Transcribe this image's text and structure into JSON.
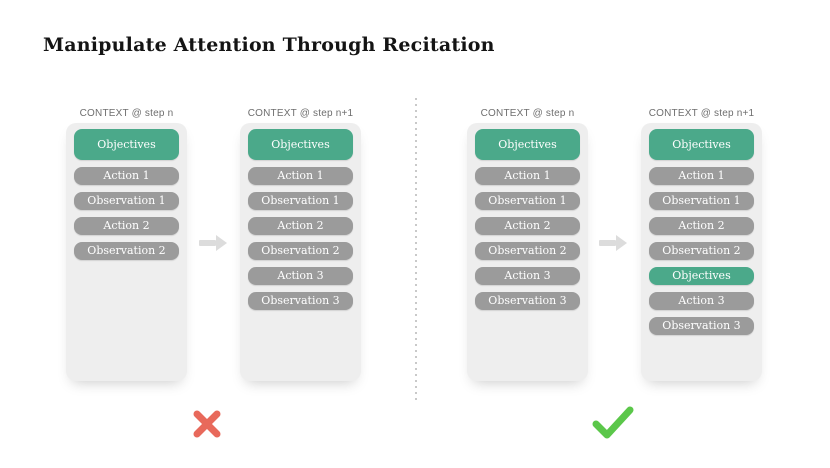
{
  "title": "Manipulate Attention Through Recitation",
  "colors": {
    "objective_green": "#4BA98A",
    "step_gray": "#9B9B9B",
    "container_gray": "#EEEEEE",
    "cross_red": "#E8695B",
    "check_green": "#5BC74A",
    "arrow_gray": "#DCDCDC"
  },
  "icons": {
    "between_columns": "right-arrow-icon",
    "left_verdict": "cross-icon",
    "right_verdict": "check-icon"
  },
  "panels": [
    {
      "id": "without-recitation",
      "verdict": "wrong",
      "columns": [
        {
          "header": "CONTEXT @ step n",
          "items": [
            {
              "label": "Objectives",
              "type": "objective",
              "tall": true
            },
            {
              "label": "Action 1",
              "type": "step"
            },
            {
              "label": "Observation 1",
              "type": "step"
            },
            {
              "label": "Action 2",
              "type": "step"
            },
            {
              "label": "Observation 2",
              "type": "step"
            }
          ]
        },
        {
          "header": "CONTEXT @ step n+1",
          "items": [
            {
              "label": "Objectives",
              "type": "objective",
              "tall": true
            },
            {
              "label": "Action 1",
              "type": "step"
            },
            {
              "label": "Observation 1",
              "type": "step"
            },
            {
              "label": "Action 2",
              "type": "step"
            },
            {
              "label": "Observation 2",
              "type": "step"
            },
            {
              "label": "Action 3",
              "type": "step"
            },
            {
              "label": "Observation 3",
              "type": "step"
            }
          ]
        }
      ]
    },
    {
      "id": "with-recitation",
      "verdict": "right",
      "columns": [
        {
          "header": "CONTEXT @ step n",
          "items": [
            {
              "label": "Objectives",
              "type": "objective",
              "tall": true
            },
            {
              "label": "Action 1",
              "type": "step"
            },
            {
              "label": "Observation 1",
              "type": "step"
            },
            {
              "label": "Action 2",
              "type": "step"
            },
            {
              "label": "Observation 2",
              "type": "step"
            },
            {
              "label": "Action 3",
              "type": "step"
            },
            {
              "label": "Observation 3",
              "type": "step"
            }
          ]
        },
        {
          "header": "CONTEXT @ step n+1",
          "items": [
            {
              "label": "Objectives",
              "type": "objective",
              "tall": true
            },
            {
              "label": "Action 1",
              "type": "step"
            },
            {
              "label": "Observation 1",
              "type": "step"
            },
            {
              "label": "Action 2",
              "type": "step"
            },
            {
              "label": "Observation 2",
              "type": "step"
            },
            {
              "label": "Objectives",
              "type": "objective"
            },
            {
              "label": "Action 3",
              "type": "step"
            },
            {
              "label": "Observation 3",
              "type": "step"
            }
          ]
        }
      ]
    }
  ]
}
